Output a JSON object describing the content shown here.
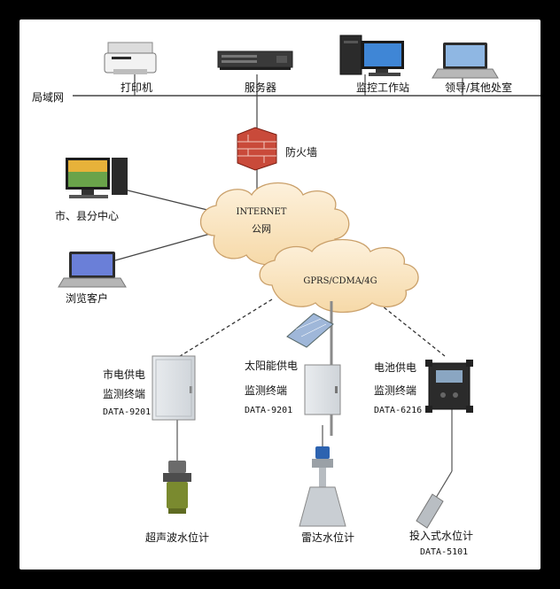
{
  "network": {
    "lan_label": "局域网",
    "printer_label": "打印机",
    "server_label": "服务器",
    "monitor_station_label": "监控工作站",
    "leader_office_label": "领导/其他处室",
    "firewall_label": "防火墙",
    "city_center_label": "市、县分中心",
    "browser_client_label": "浏览客户"
  },
  "clouds": {
    "internet_line1": "INTERNET",
    "internet_line2": "公网",
    "gprs_label": "GPRS/CDMA/4G"
  },
  "terminals": {
    "mains": {
      "line1": "市电供电",
      "line2": "监测终端",
      "model": "DATA-9201"
    },
    "solar": {
      "line1": "太阳能供电",
      "line2": "监测终端",
      "model": "DATA-9201"
    },
    "battery": {
      "line1": "电池供电",
      "line2": "监测终端",
      "model": "DATA-6216"
    }
  },
  "sensors": {
    "ultrasonic_label": "超声波水位计",
    "radar_label": "雷达水位计",
    "submersible_label": "投入式水位计",
    "submersible_model": "DATA-5101"
  },
  "colors": {
    "background": "#000000",
    "canvas": "#ffffff",
    "cloud_fill": "#fbe7c8",
    "cloud_stroke": "#c9a56a",
    "firewall_red": "#c0392b"
  }
}
